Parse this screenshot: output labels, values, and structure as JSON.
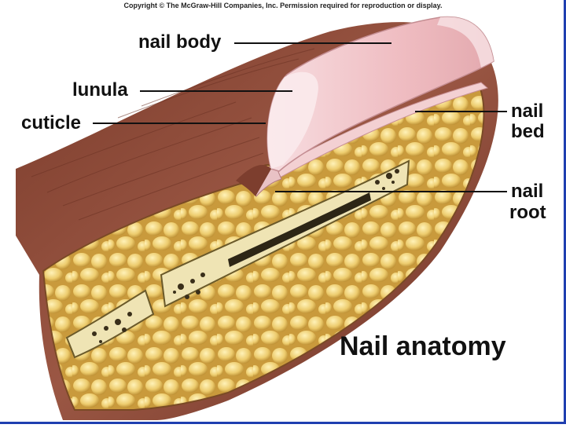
{
  "copyright": "Copyright © The McGraw-Hill Companies, Inc. Permission required for reproduction or display.",
  "labels": {
    "nail_body": "nail body",
    "lunula": "lunula",
    "cuticle": "cuticle",
    "nail_bed_line1": "nail",
    "nail_bed_line2": "bed",
    "nail_root_line1": "nail",
    "nail_root_line2": "root"
  },
  "title": "Nail anatomy",
  "colors": {
    "skin": "#8c4a38",
    "nail": "#f1c4c6",
    "fat": "#e8c66a",
    "bone": "#efe4b4",
    "frame": "#1f3fb0"
  }
}
